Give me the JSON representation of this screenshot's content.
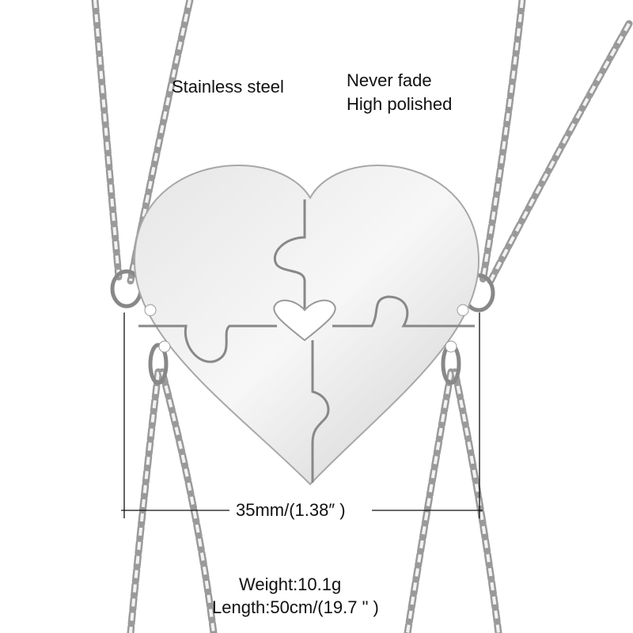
{
  "labels": {
    "material": "Stainless steel",
    "finish_1": "Never fade",
    "finish_2": "High polished",
    "dimension": "35mm/(1.38″ )",
    "weight": "Weight:10.1g",
    "length": "Length:50cm/(19.7 \" )"
  },
  "colors": {
    "metal": "#d9d9d9",
    "chain": "#9a9a9a",
    "text": "#111111"
  }
}
